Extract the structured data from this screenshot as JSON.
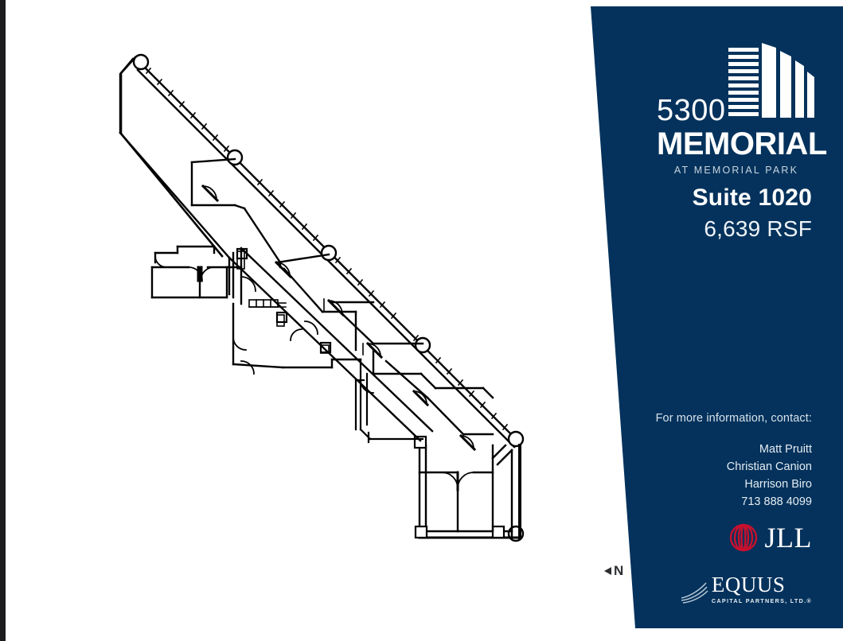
{
  "document": {
    "type": "office-floor-plan-flyer",
    "background_color": "#ffffff"
  },
  "panel": {
    "background_color": "#04325c",
    "logo": {
      "number": "5300",
      "name": "MEMORIAL",
      "tagline": "AT MEMORIAL PARK",
      "mark": "building-icon"
    },
    "suite": {
      "name": "Suite 1020",
      "size": "6,639 RSF"
    },
    "contact": {
      "heading": "For more information, contact:",
      "names": [
        "Matt Pruitt",
        "Christian Canion",
        "Harrison Biro"
      ],
      "phone": "713 888 4099"
    },
    "brands": [
      {
        "name": "JLL",
        "mark": "jll-circles-icon",
        "accent_color": "#c8102e"
      },
      {
        "name": "EQUUS",
        "tagline": "CAPITAL PARTNERS, LTD.®",
        "mark": "equus-swoosh-icon"
      }
    ]
  },
  "floorplan": {
    "north_arrow": {
      "label": "N",
      "direction": "left",
      "icon": "north-arrow-icon"
    },
    "line_color": "#000000",
    "fill_color": "#ffffff"
  }
}
